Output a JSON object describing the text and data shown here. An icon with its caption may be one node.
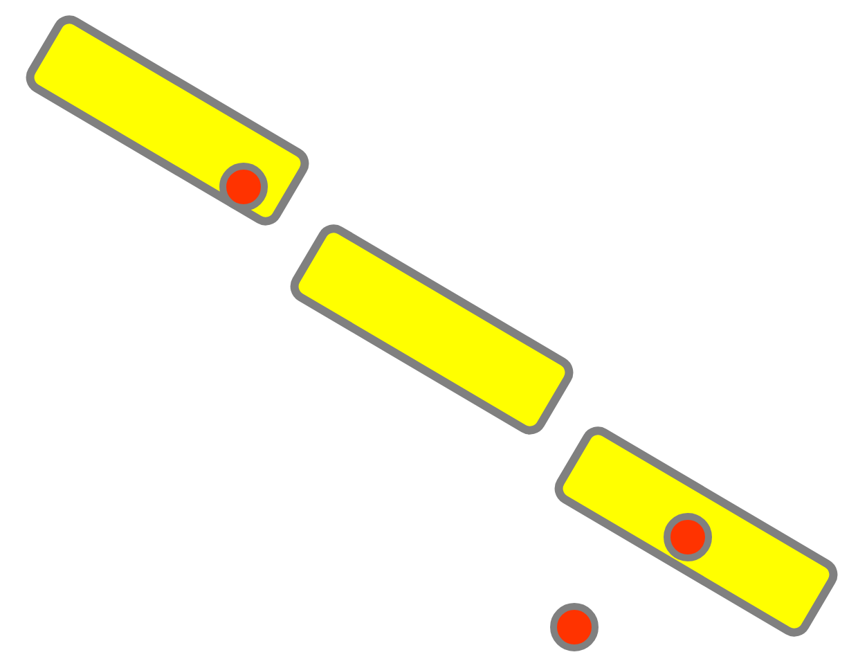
{
  "diagram": {
    "nodes": [
      {
        "text": [],
        "shape": "box"
      },
      {
        "text": [],
        "shape": "circle",
        "in": 0
      },
      {
        "text": [],
        "shape": "box"
      },
      {
        "text": [],
        "shape": "box"
      },
      {
        "text": [],
        "shape": "circle",
        "in": 3
      },
      {
        "text": [],
        "shape": "circle"
      }
    ]
  }
}
